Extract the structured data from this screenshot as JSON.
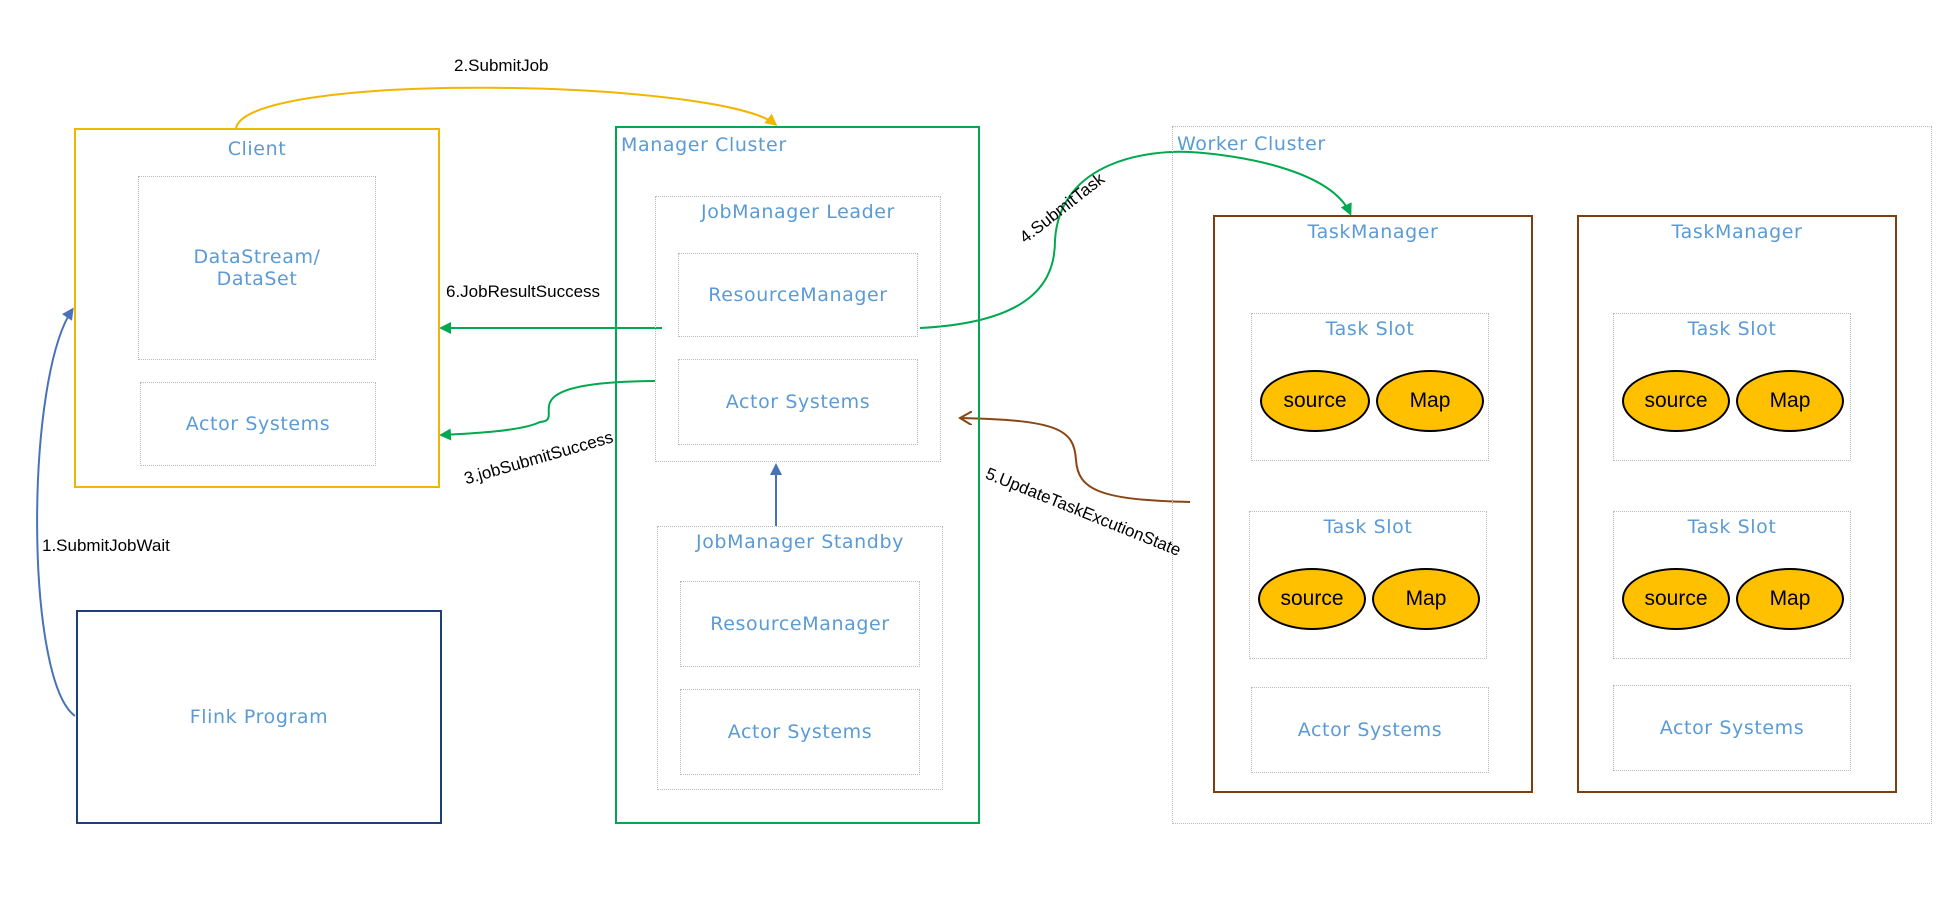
{
  "client": {
    "title": "Client",
    "datastream_line1": "DataStream/",
    "datastream_line2": "DataSet",
    "actor_systems": "Actor Systems"
  },
  "flink_program": {
    "label": "Flink Program"
  },
  "manager_cluster": {
    "title": "Manager Cluster",
    "leader": {
      "title": "JobManager Leader",
      "resource_manager": "ResourceManager",
      "actor_systems": "Actor Systems"
    },
    "standby": {
      "title": "JobManager Standby",
      "resource_manager": "ResourceManager",
      "actor_systems": "Actor Systems"
    }
  },
  "worker_cluster": {
    "title": "Worker Cluster",
    "task_managers": [
      {
        "title": "TaskManager",
        "slots": [
          {
            "title": "Task Slot",
            "ops": [
              "source",
              "Map"
            ]
          },
          {
            "title": "Task Slot",
            "ops": [
              "source",
              "Map"
            ]
          }
        ],
        "actor_systems": "Actor Systems"
      },
      {
        "title": "TaskManager",
        "slots": [
          {
            "title": "Task Slot",
            "ops": [
              "source",
              "Map"
            ]
          },
          {
            "title": "Task Slot",
            "ops": [
              "source",
              "Map"
            ]
          }
        ],
        "actor_systems": "Actor Systems"
      }
    ]
  },
  "edges": {
    "submit_job_wait": "1.SubmitJobWait",
    "submit_job": "2.SubmitJob",
    "job_submit_success": "3.jobSubmitSuccess",
    "submit_task": "4.SubmitTask",
    "update_task_state": "5.UpdateTaskExcutionState",
    "job_result_success": "6.JobResultSuccess"
  },
  "colors": {
    "client": "#f2b600",
    "manager": "#00a84f",
    "worker_tm": "#7b3f10",
    "flink_program": "#1f3f7a",
    "label_text": "#5b9bd5",
    "operator_fill": "#ffc000",
    "arrow_blue": "#4a72b8",
    "arrow_brown": "#8b4513"
  }
}
